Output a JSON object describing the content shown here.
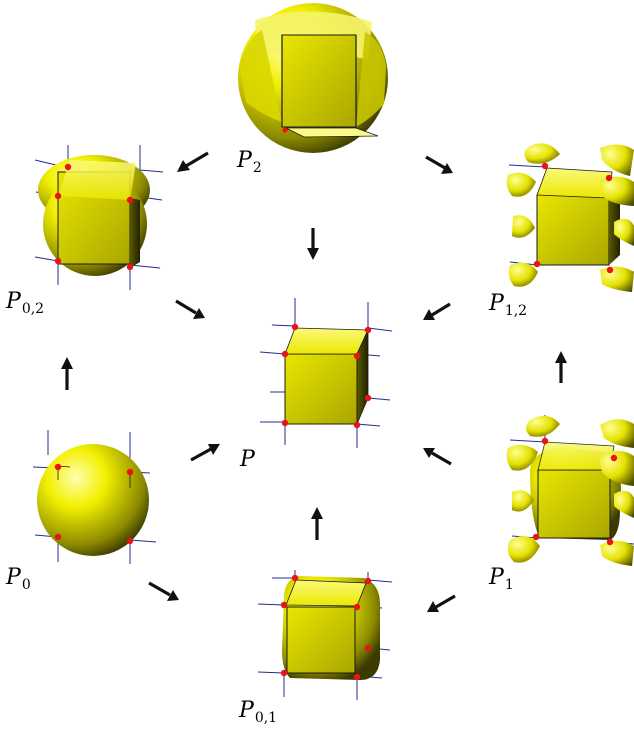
{
  "labels": {
    "p": {
      "main": "P",
      "sub": ""
    },
    "p0": {
      "main": "P",
      "sub": "0"
    },
    "p1": {
      "main": "P",
      "sub": "1"
    },
    "p2": {
      "main": "P",
      "sub": "2"
    },
    "p01": {
      "main": "P",
      "sub": "0,1"
    },
    "p02": {
      "main": "P",
      "sub": "0,2"
    },
    "p12": {
      "main": "P",
      "sub": "1,2"
    }
  },
  "colors": {
    "surface": "#f2f000",
    "surface_dark": "#6b6a00",
    "edge": "#1a1a1a",
    "axis": "#1e2f8f",
    "vertex": "#e8141a",
    "arrow": "#111111"
  }
}
